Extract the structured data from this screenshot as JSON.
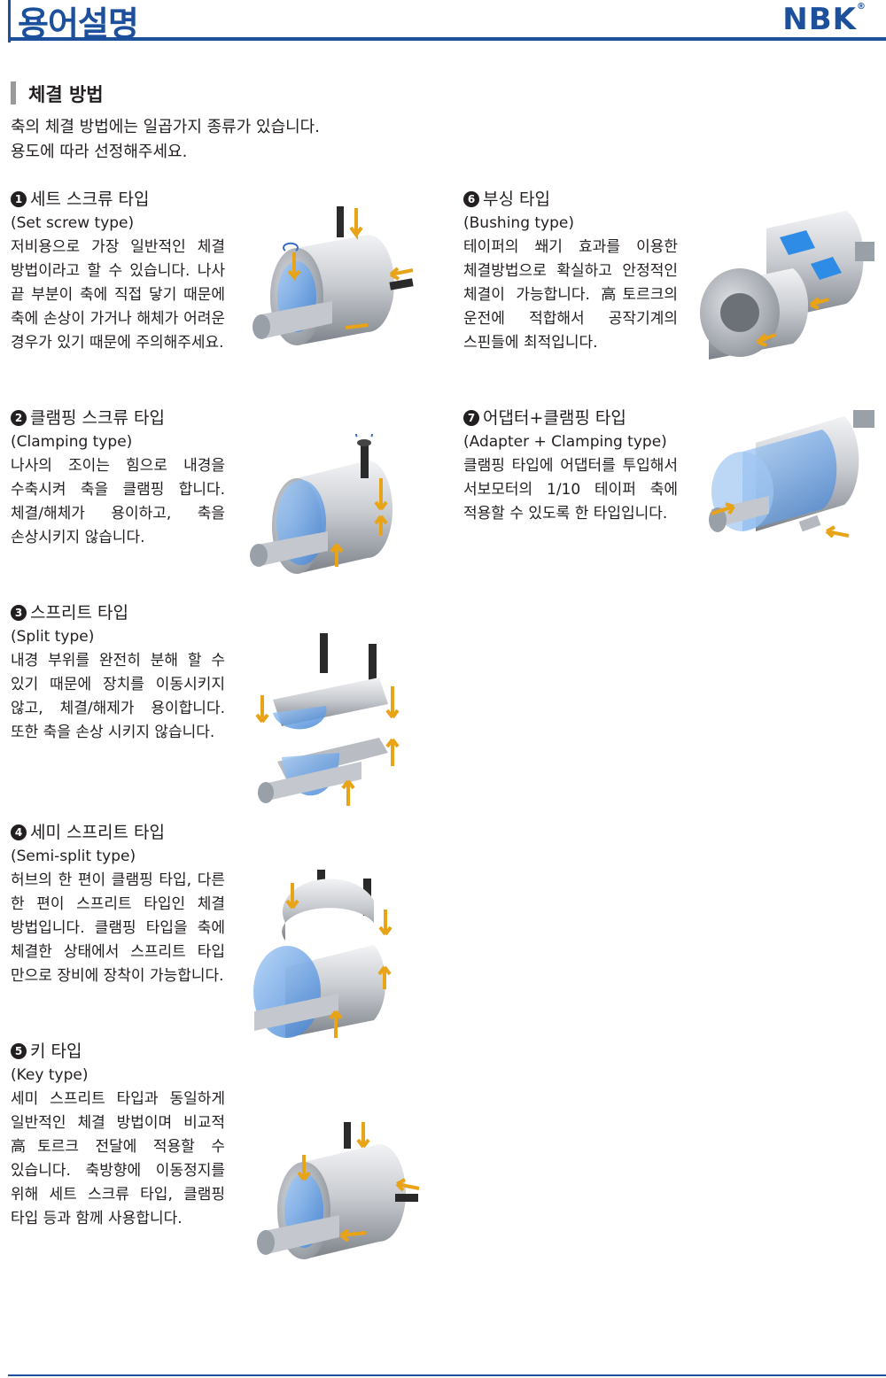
{
  "header": {
    "title": "용어설명",
    "logo": "NBK",
    "logo_mark": "®"
  },
  "section": {
    "title": "체결 방법",
    "intro": [
      "축의 체결 방법에는 일곱가지 종류가 있습니다.",
      "용도에 따라 선정해주세요."
    ]
  },
  "items": [
    {
      "num": "1",
      "title": "세트 스크류 타입",
      "english": "(Set screw type)",
      "desc": [
        "저비용으로 가장 일반적인 체결",
        "방법이라고 할 수 있습니다. 나사",
        "끝 부분이 축에 직접 닿기 때문에",
        "축에 손상이 가거나 해체가 어려운",
        "경우가 있기 때문에 주의해주세요."
      ],
      "image_icon": "set-screw-coupling-icon"
    },
    {
      "num": "2",
      "title": "클램핑 스크류 타입",
      "english": "(Clamping type)",
      "desc": [
        "나사의 조이는 힘으로 내경을",
        "수축시켜 축을 클램핑 합니다.",
        "체결/해체가 용이하고, 축을",
        "손상시키지 않습니다."
      ],
      "image_icon": "clamping-coupling-icon"
    },
    {
      "num": "3",
      "title": "스프리트 타입",
      "english": "(Split type)",
      "desc": [
        "내경 부위를 완전히 분해 할 수",
        "있기 때문에 장치를 이동시키지",
        "않고, 체결/해제가 용이합니다.",
        "또한 축을 손상 시키지 않습니다."
      ],
      "image_icon": "split-coupling-icon"
    },
    {
      "num": "4",
      "title": "세미 스프리트 타입",
      "english": "(Semi-split type)",
      "desc": [
        "허브의 한 편이 클램핑 타입, 다른",
        "한 편이 스프리트 타입인 체결",
        "방법입니다. 클램핑 타입을 축에",
        "체결한 상태에서 스프리트 타입",
        "만으로 장비에 장착이 가능합니다."
      ],
      "image_icon": "semi-split-coupling-icon"
    },
    {
      "num": "5",
      "title": "키 타입",
      "english": "(Key type)",
      "desc": [
        "세미 스프리트 타입과 동일하게",
        "일반적인 체결 방법이며 비교적",
        "高토르크 전달에 적용할 수",
        "있습니다. 축방향에 이동정지를",
        "위해 세트 스크류 타입, 클램핑",
        "타입 등과 함께 사용합니다."
      ],
      "image_icon": "key-coupling-icon"
    },
    {
      "num": "6",
      "title": "부싱 타입",
      "english": "(Bushing type)",
      "desc": [
        "테이퍼의 쐐기 효과를 이용한",
        "체결방법으로 확실하고 안정적인",
        "체결이 가능합니다. 高토르크의",
        "운전에 적합해서 공작기계의",
        "스핀들에 최적입니다."
      ],
      "image_icon": "bushing-coupling-icon"
    },
    {
      "num": "7",
      "title": "어댑터+클램핑 타입",
      "english": "(Adapter + Clamping type)",
      "desc": [
        "클램핑 타입에 어댑터를 투입해서",
        "서보모터의 1/10 테이퍼 축에",
        "적용할 수 있도록 한 타입입니다."
      ],
      "image_icon": "adapter-clamping-coupling-icon"
    }
  ],
  "colors": {
    "brand": "#1c4f9c",
    "arrow": "#e8a317",
    "metal": "#b8bcc2",
    "blue_part": "#5b9be0"
  }
}
